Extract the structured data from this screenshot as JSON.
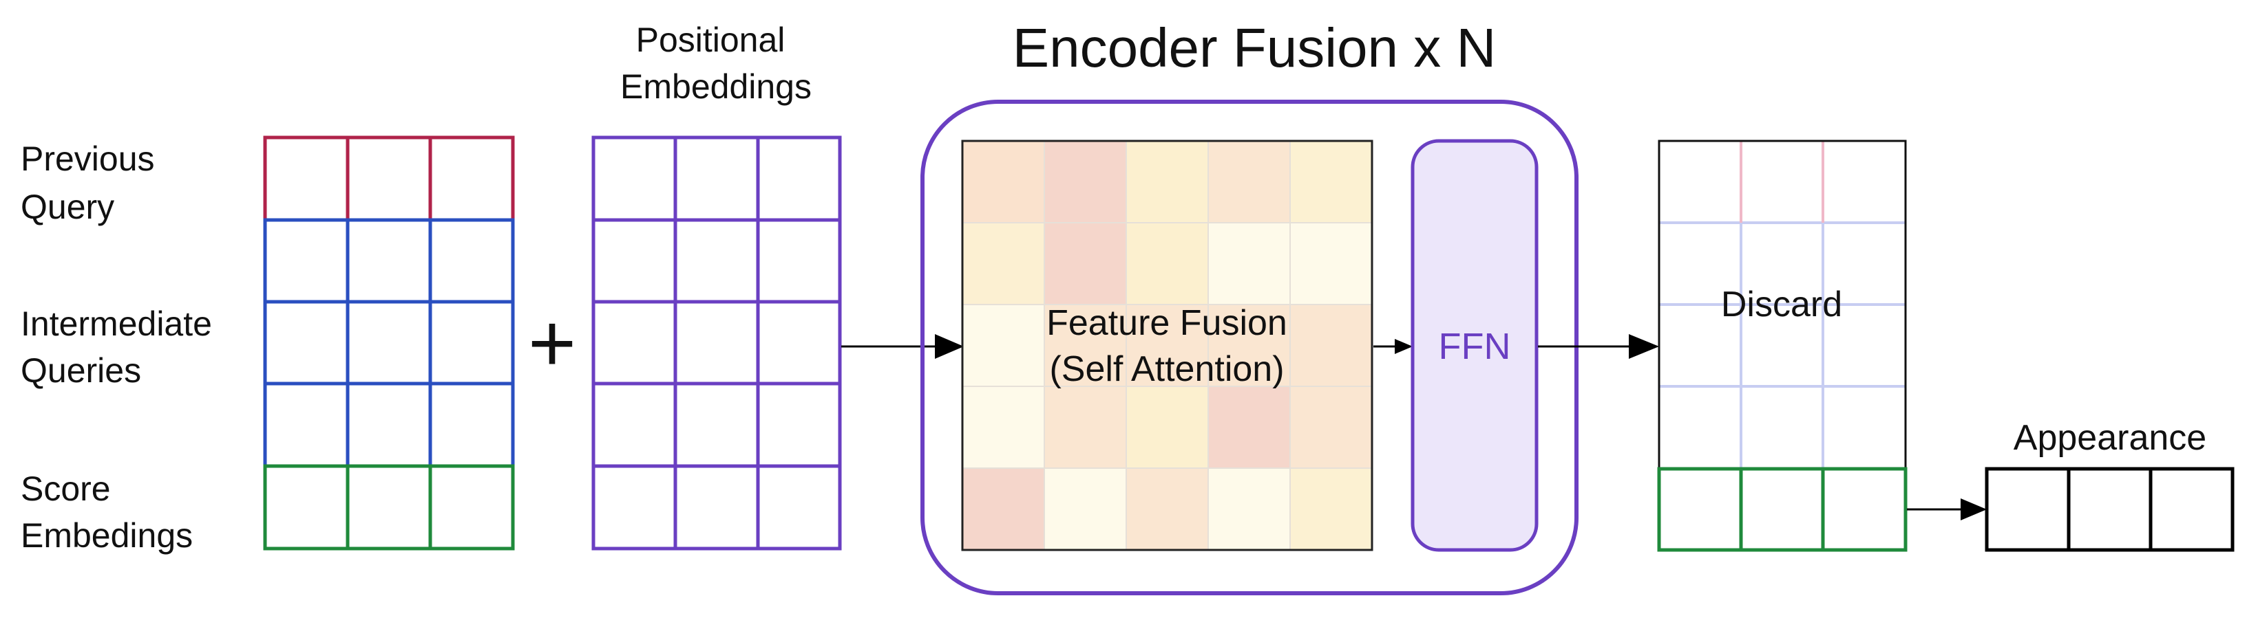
{
  "labels": {
    "previous_query": [
      "Previous",
      "Query"
    ],
    "intermediate_queries": [
      "Intermediate",
      "Queries"
    ],
    "score_embedings": [
      "Score",
      "Embedings"
    ],
    "plus_sign": "+",
    "positional_embeddings": [
      "Positional",
      "Embeddings"
    ],
    "encoder_fusion_title": "Encoder Fusion x N",
    "feature_fusion": [
      "Feature Fusion",
      "(Self Attention)"
    ],
    "ffn": "FFN",
    "discard": "Discard",
    "appearance": "Appearance"
  },
  "colors": {
    "previous_query": "#b0234a",
    "intermediate_queries": "#2a4fc0",
    "score": "#1f8a3b",
    "positional": "#6a3fc2",
    "encoder_border": "#6a3fc2",
    "ffn_fill": "#ece6fa",
    "ffn_text": "#6a3fc2",
    "discard_grid": "#c7cdf2",
    "discard_top_grid": "#f0b8c8",
    "appearance": "#000000",
    "arrow": "#000000"
  },
  "attention_heatmap": [
    [
      "#fae2cd",
      "#f5d6cb",
      "#fcf0cf",
      "#fae6d1",
      "#fcf1d2"
    ],
    [
      "#fcf0d2",
      "#f5d6cb",
      "#fcf0cf",
      "#fefaea",
      "#fefaea"
    ],
    [
      "#fefaea",
      "#fae6d1",
      "#fae6d1",
      "#fae6d1",
      "#fae6d1"
    ],
    [
      "#fefaea",
      "#fae6d1",
      "#fcf0cf",
      "#f5d6cb",
      "#fae6d1"
    ],
    [
      "#f5d6cb",
      "#fefaea",
      "#fae6d1",
      "#fefaea",
      "#fcf1d2"
    ]
  ]
}
